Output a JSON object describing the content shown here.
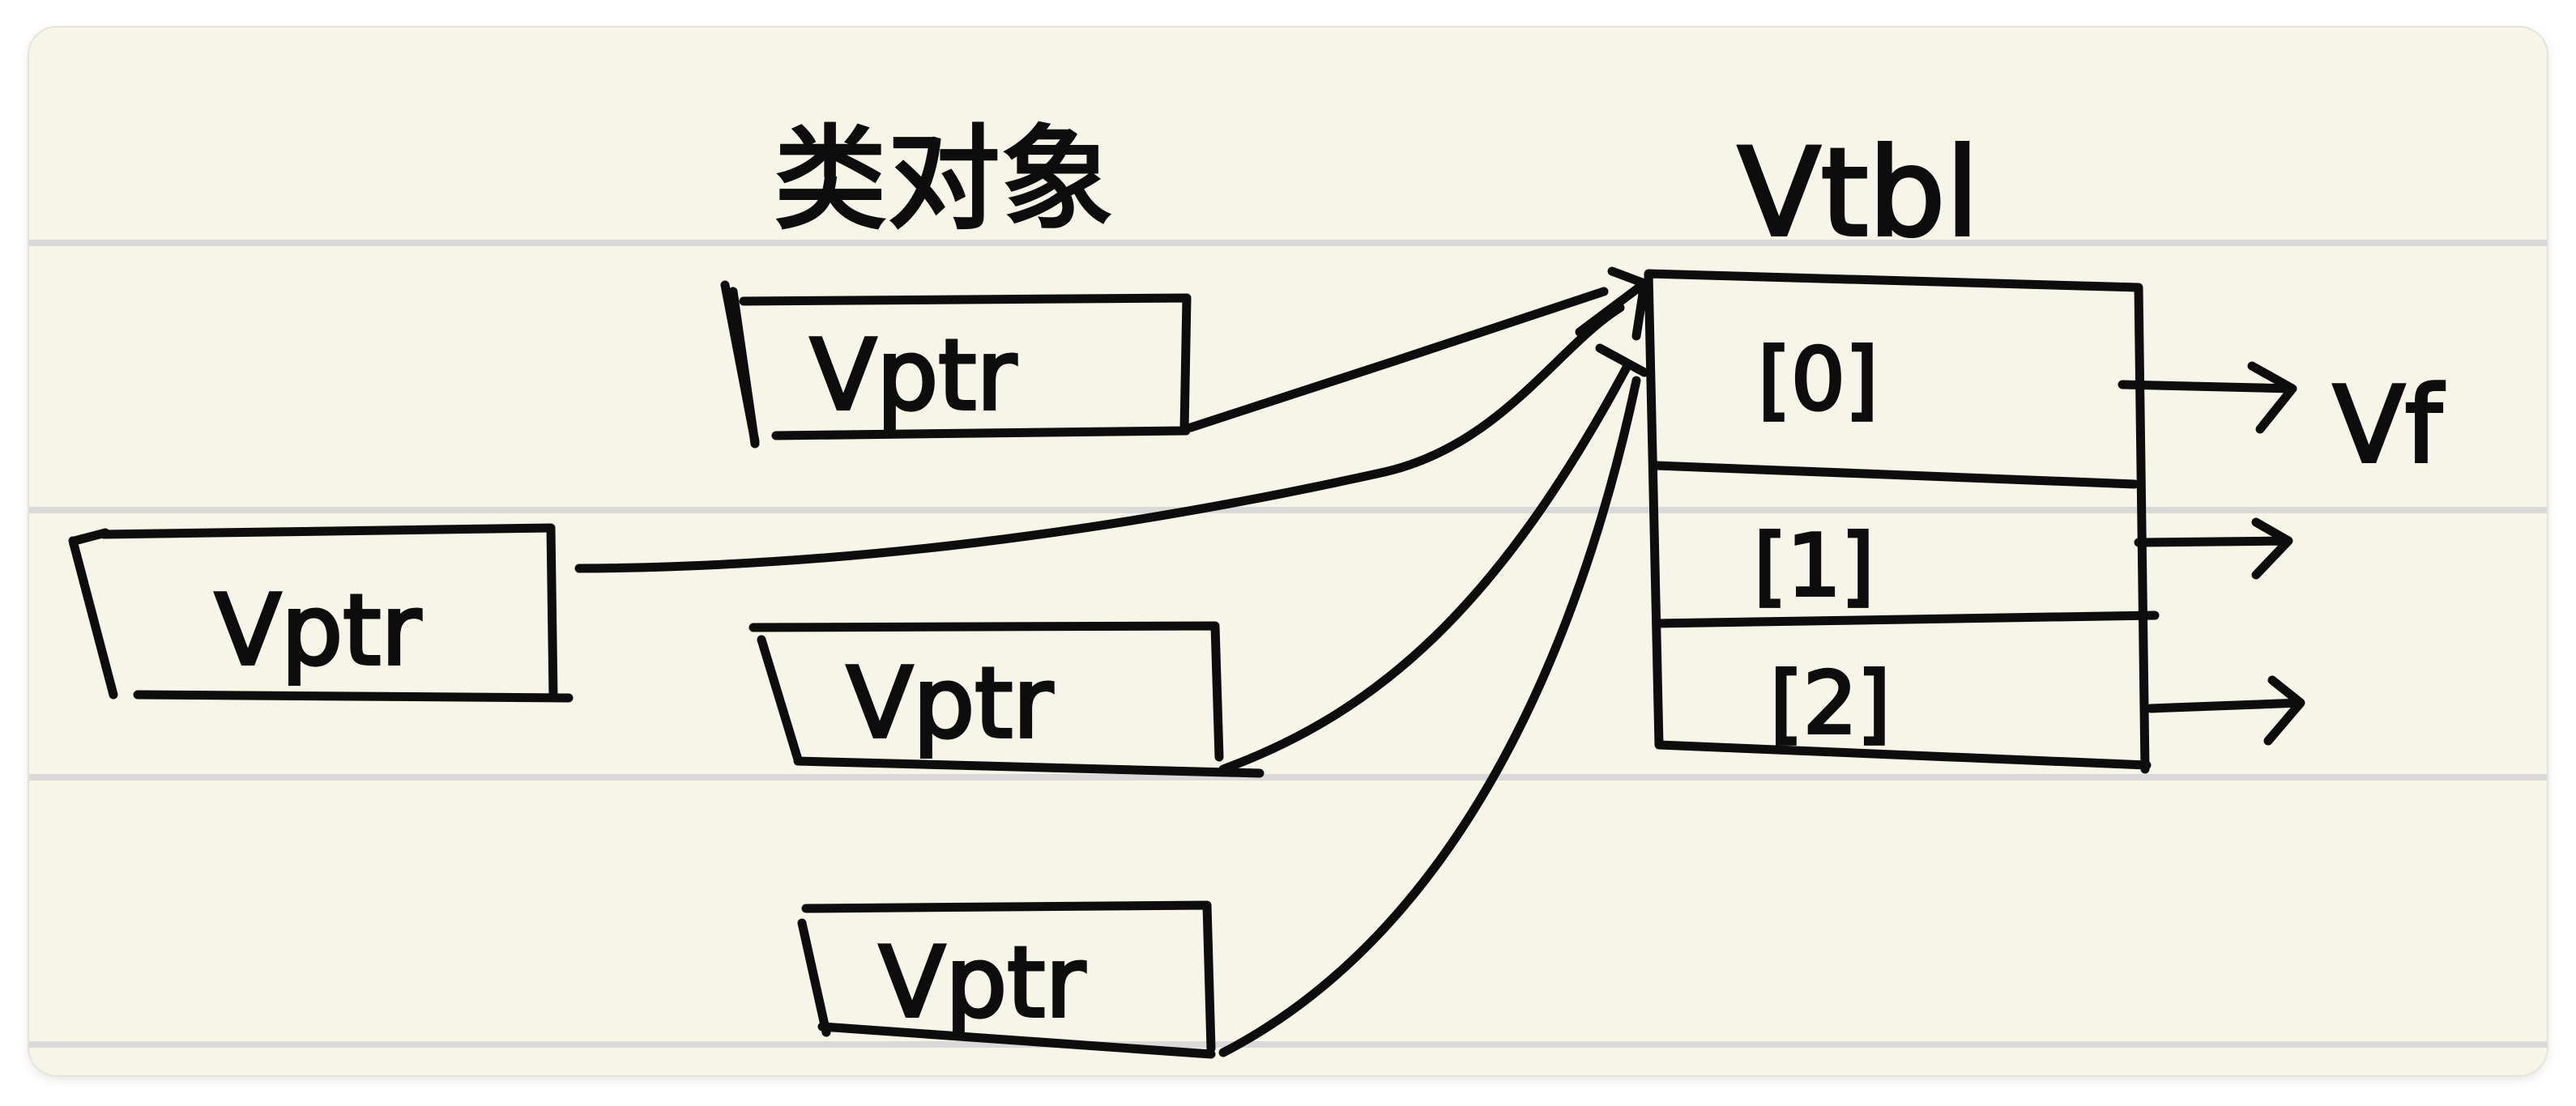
{
  "diagram": {
    "heading_objects": "类对象",
    "heading_table": "Vtbl",
    "table_function_label": "Vf",
    "objects": [
      {
        "pointer_label": "Vptr"
      },
      {
        "pointer_label": "Vptr"
      },
      {
        "pointer_label": "Vptr"
      },
      {
        "pointer_label": "Vptr"
      }
    ],
    "table_slots": [
      {
        "index_label": "[0]"
      },
      {
        "index_label": "[1]"
      },
      {
        "index_label": "[2]"
      }
    ]
  },
  "colors": {
    "paper": "#f7f5e7",
    "ink": "#0d0d0d",
    "ruled_line": "#d9d9d9"
  }
}
